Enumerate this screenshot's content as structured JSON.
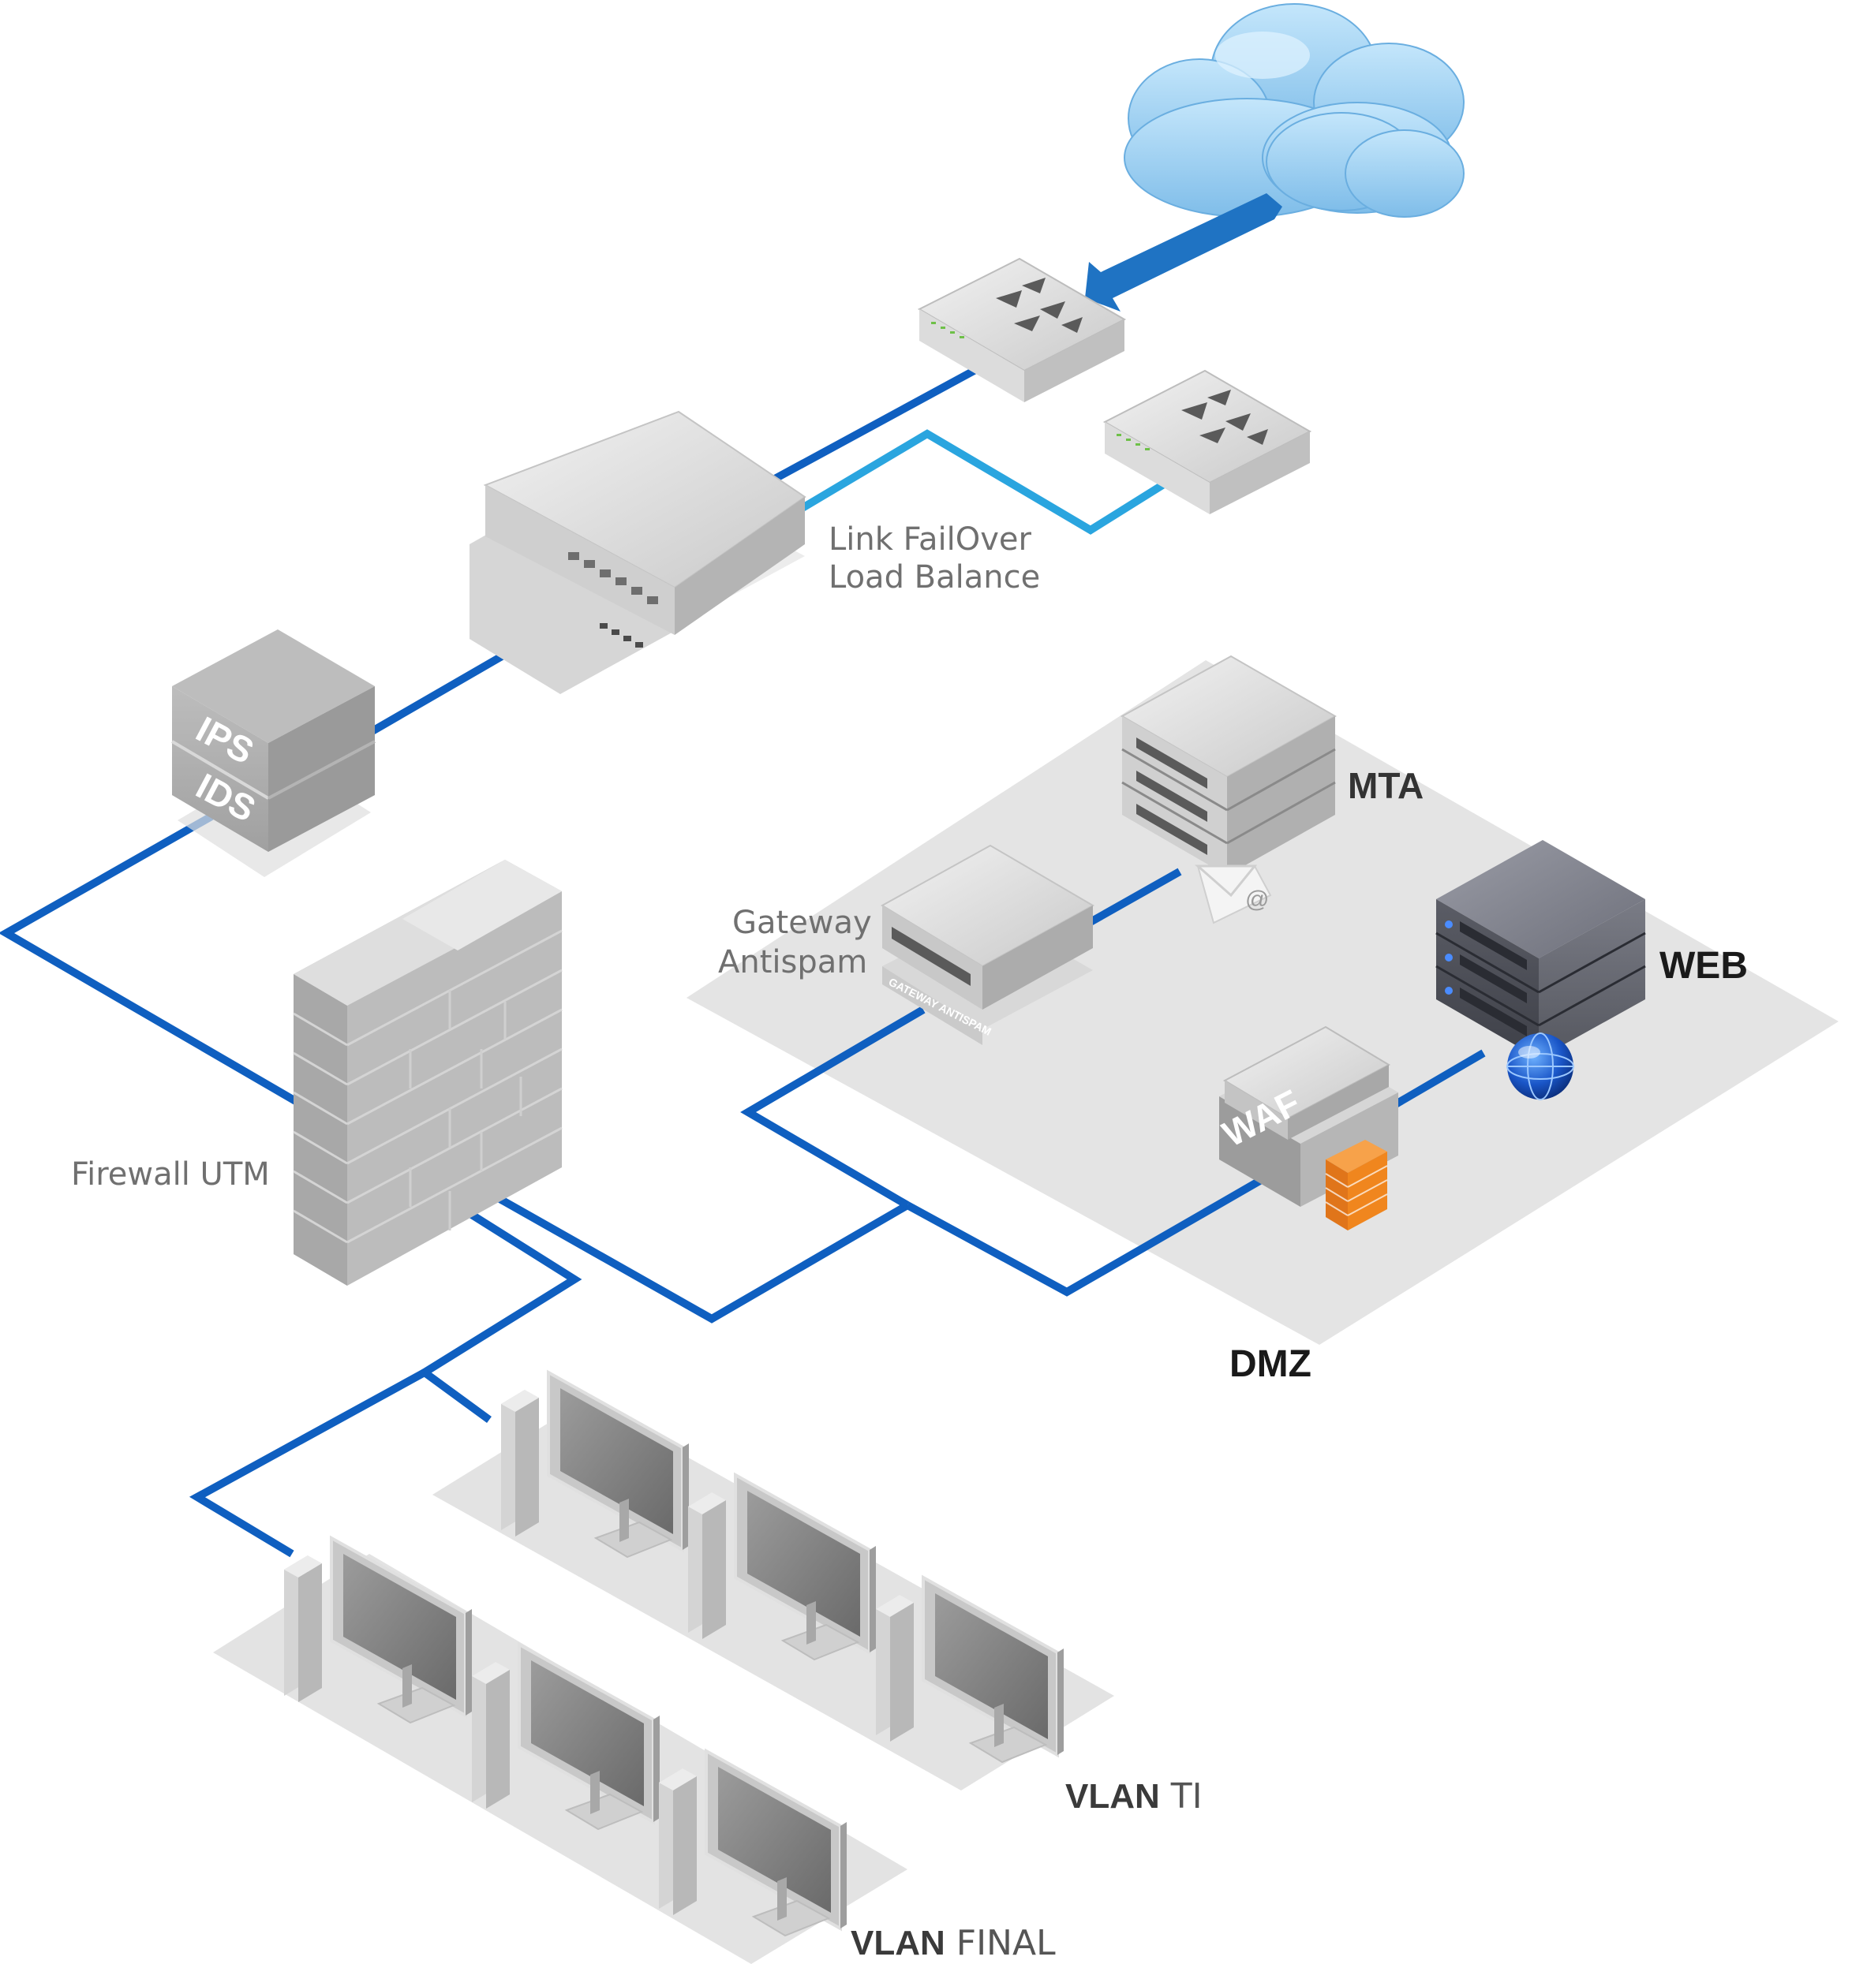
{
  "labels": {
    "link_failover_1": "Link FailOver",
    "link_failover_2": "Load Balance",
    "gateway_1": "Gateway",
    "gateway_2": "Antispam",
    "firewall": "Firewall UTM",
    "mta": "MTA",
    "web": "WEB",
    "dmz": "DMZ",
    "ips": "IPS",
    "ids": "IDS",
    "waf": "WAF",
    "gateway_plate": "GATEWAY ANTISPAM",
    "mail_at": "@",
    "vlan_ti_bold": "VLAN",
    "vlan_ti_rest": " TI",
    "vlan_final_bold": "VLAN",
    "vlan_final_rest": " FINAL"
  },
  "colors": {
    "link_primary": "#0f5fc0",
    "link_secondary": "#2aa5df",
    "cloud": "#8fcaf0",
    "arrow": "#1f73c3",
    "zone": "#e3e3e3",
    "firewall_orange": "#f0861e"
  }
}
